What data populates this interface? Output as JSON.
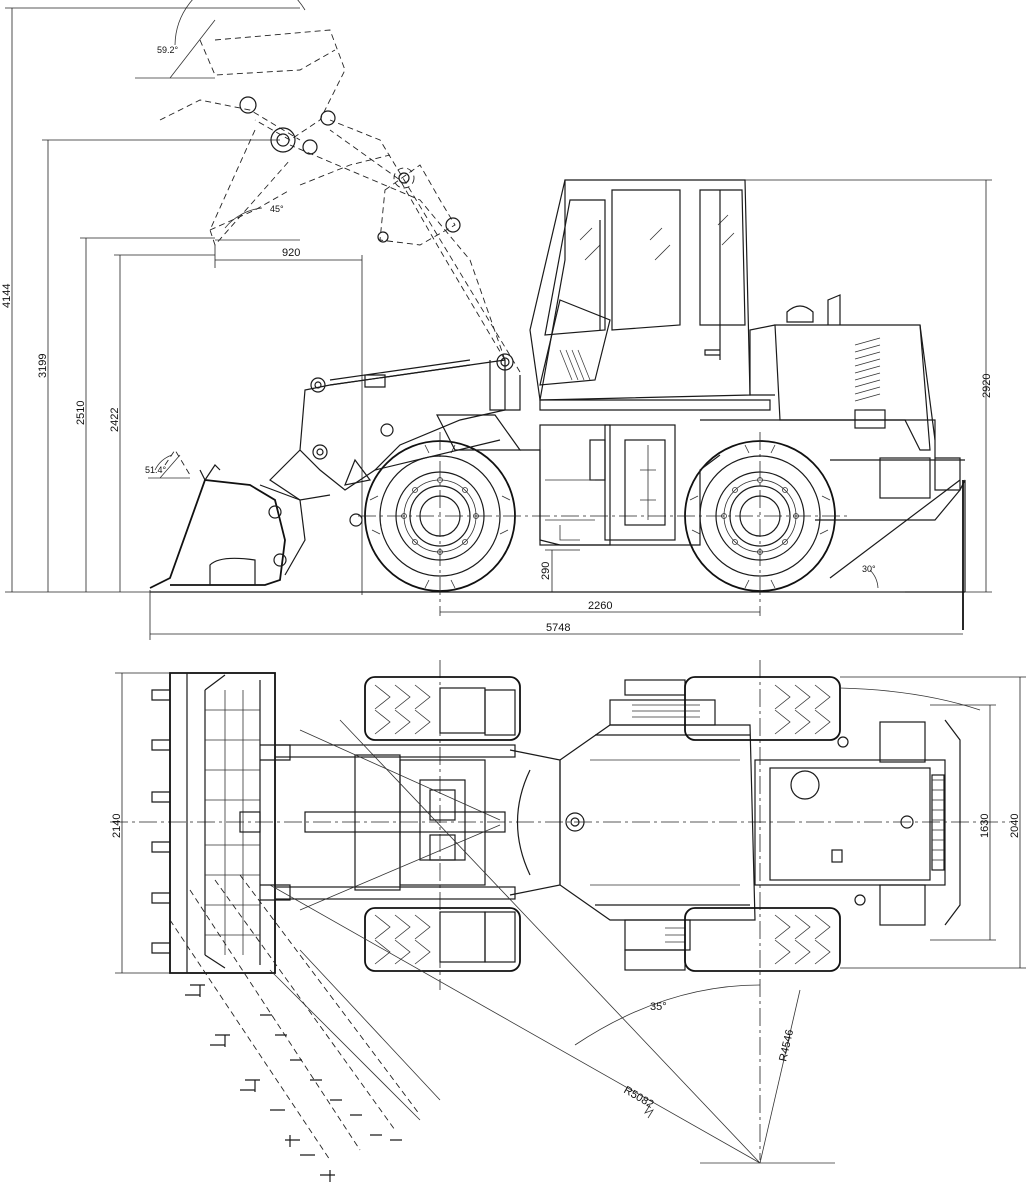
{
  "side_view": {
    "dims": {
      "overall_height_max": "4144",
      "hinge_height": "3199",
      "dump_height": "2510",
      "dump_height_clear": "2422",
      "dump_reach": "920",
      "cab_height": "2920",
      "ground_clearance": "290",
      "wheelbase": "2260",
      "overall_length": "5748",
      "angle_rollback_top": "59.2°",
      "angle_dump": "45°",
      "angle_rollback_ground": "51.4°",
      "angle_departure": "30°"
    }
  },
  "top_view": {
    "dims": {
      "bucket_width": "2140",
      "tread": "1630",
      "overall_width": "2040",
      "steer_angle": "35°",
      "outer_turn_radius": "R5082",
      "inner_turn_radius": "R4546"
    }
  }
}
